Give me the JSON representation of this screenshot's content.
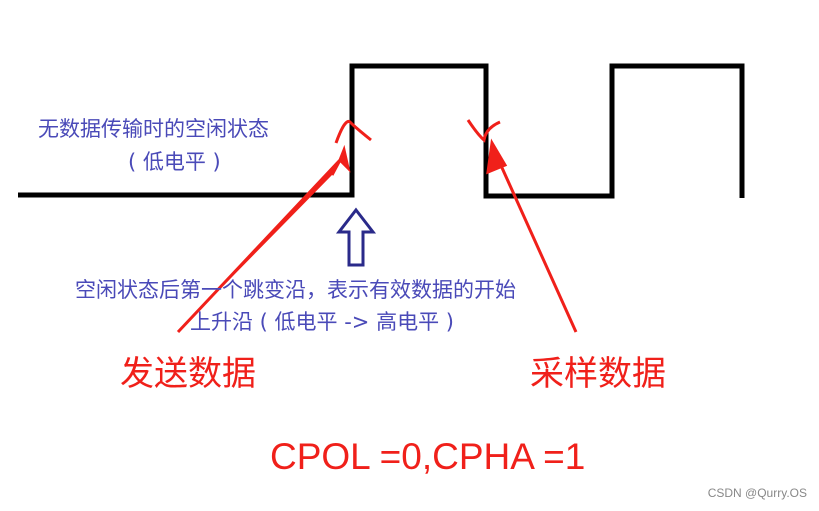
{
  "labels": {
    "idle_state": "无数据传输时的空闲状态",
    "idle_level": "( 低电平 )",
    "edge_desc_line1": "空闲状态后第一个跳变沿，表示有效数据的开始",
    "edge_desc_line2": "上升沿 ( 低电平 -> 高电平 )",
    "send_data": "发送数据",
    "sample_data": "采样数据",
    "mode": "CPOL =0,CPHA =1"
  },
  "watermark": "CSDN @Qurry.OS",
  "colors": {
    "annotation": "#f0201a",
    "text": "#4a4ab8",
    "signal": "#000000"
  }
}
